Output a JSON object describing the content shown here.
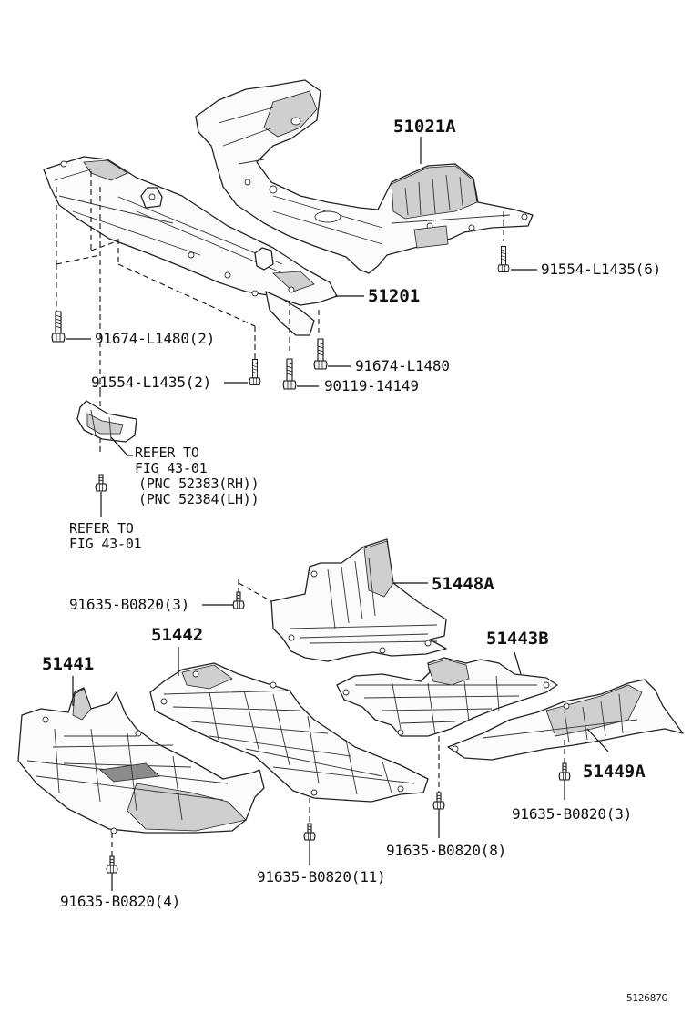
{
  "diagram": {
    "parts": {
      "p51021A": "51021A",
      "p51201": "51201",
      "p51448A": "51448A",
      "p51442": "51442",
      "p51441": "51441",
      "p51443B": "51443B",
      "p51449A": "51449A"
    },
    "fasteners": {
      "f91554_6": "91554-L1435(6)",
      "f91674_2": "91674-L1480(2)",
      "f91674": "91674-L1480",
      "f91554_2": "91554-L1435(2)",
      "f90119": "90119-14149",
      "f91635_3a": "91635-B0820(3)",
      "f91635_3b": "91635-B0820(3)",
      "f91635_4": "91635-B0820(4)",
      "f91635_11": "91635-B0820(11)",
      "f91635_8": "91635-B0820(8)"
    },
    "references": {
      "ref1_line1": "REFER TO",
      "ref1_line2": "FIG 43-01",
      "ref1_pnc_rh": "(PNC 52383(RH))",
      "ref1_pnc_lh": "(PNC 52384(LH))",
      "ref2_line1": "REFER TO",
      "ref2_line2": "FIG 43-01"
    },
    "illustration_code": "512687G"
  }
}
